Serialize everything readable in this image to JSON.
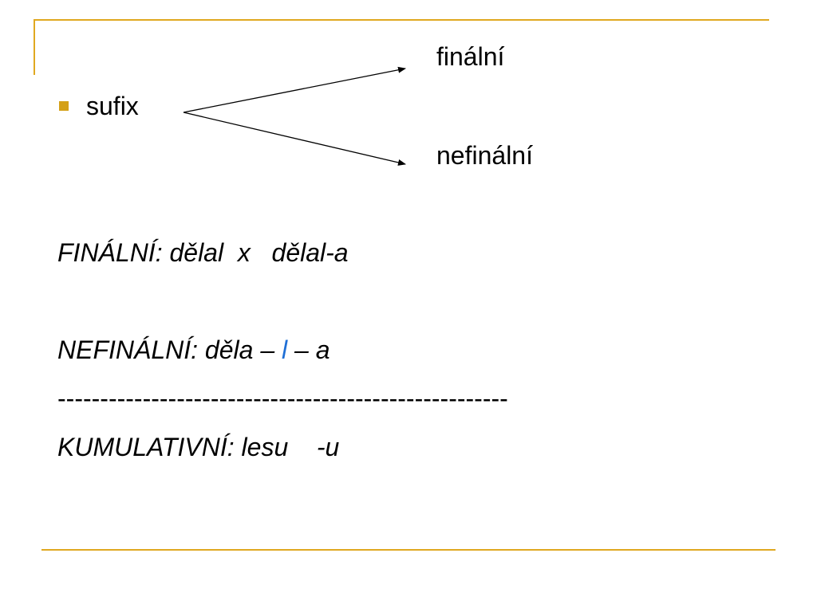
{
  "slide": {
    "bullet_text": "sufix",
    "branch_top": "finální",
    "branch_bottom": "nefinální",
    "line1_label": "FINÁLNÍ:",
    "line1_value": " dělal  x   dělal-a",
    "line2_label": "NEFINÁLNÍ:",
    "line2_before": " děla – ",
    "line2_marker": "l",
    "line2_after": " – a",
    "separator": "-----------------------------------------------------",
    "line3_label": "KUMULATIVNÍ:",
    "line3_value": " lesu    -u"
  },
  "colors": {
    "frame": "#e0a820",
    "bullet": "#d4a017",
    "accent": "#1f6fd6"
  }
}
